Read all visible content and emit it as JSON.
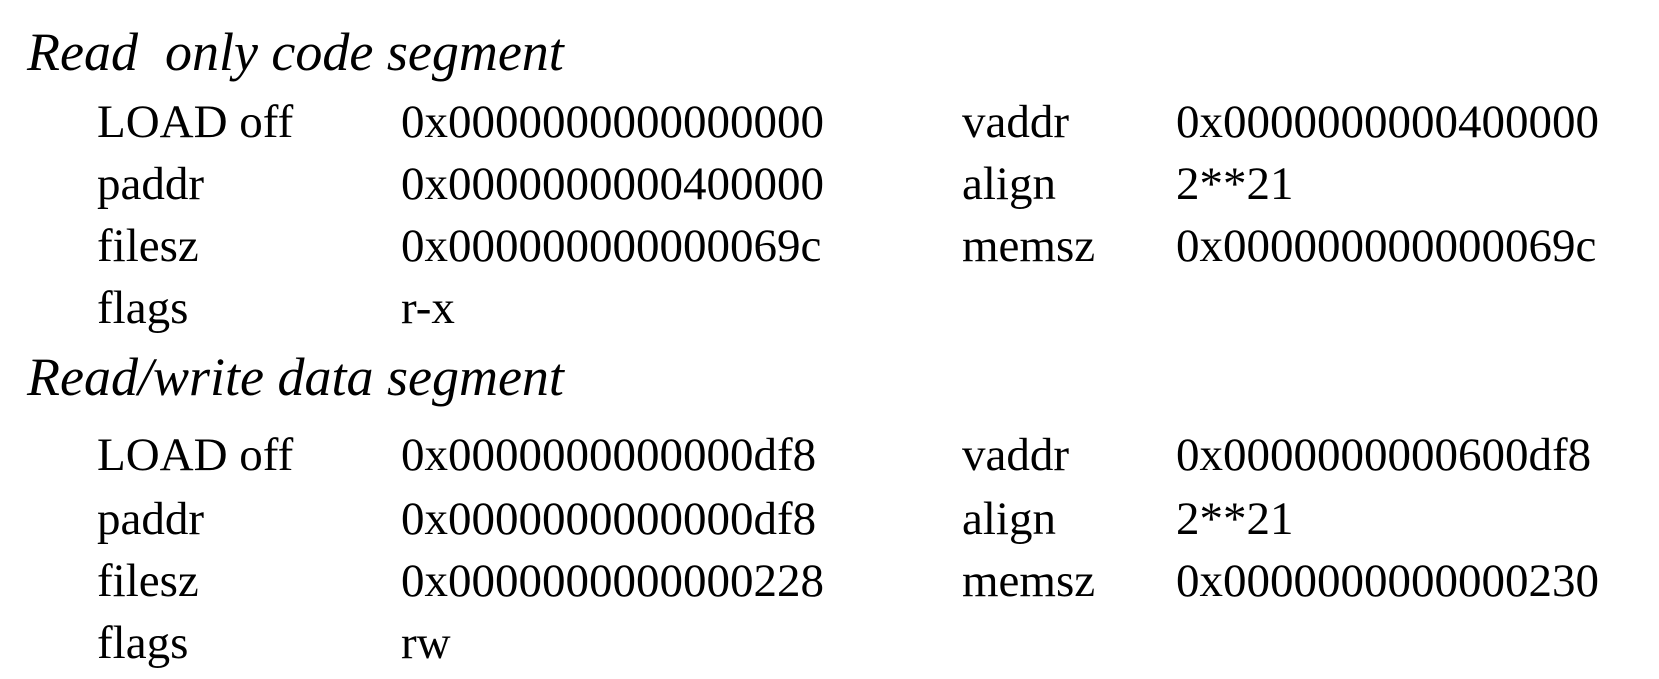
{
  "segments": [
    {
      "title": "Read  only code segment",
      "rows": [
        {
          "label1": "LOAD off",
          "value1": "0x0000000000000000",
          "label2": "vaddr",
          "value2": "0x0000000000400000"
        },
        {
          "label1": "paddr",
          "value1": "0x0000000000400000",
          "label2": "align",
          "value2": "2**21"
        },
        {
          "label1": "filesz",
          "value1": "0x000000000000069c",
          "label2": "memsz",
          "value2": "0x000000000000069c"
        },
        {
          "label1": "flags",
          "value1": "r-x",
          "label2": "",
          "value2": ""
        }
      ]
    },
    {
      "title": "Read/write data segment",
      "rows": [
        {
          "label1": "LOAD off",
          "value1": "0x0000000000000df8",
          "label2": "vaddr",
          "value2": "0x0000000000600df8"
        },
        {
          "label1": "paddr",
          "value1": "0x0000000000000df8",
          "label2": "align",
          "value2": "2**21"
        },
        {
          "label1": "filesz",
          "value1": "0x0000000000000228",
          "label2": "memsz",
          "value2": "0x0000000000000230"
        },
        {
          "label1": "flags",
          "value1": "rw",
          "label2": "",
          "value2": ""
        }
      ]
    }
  ]
}
